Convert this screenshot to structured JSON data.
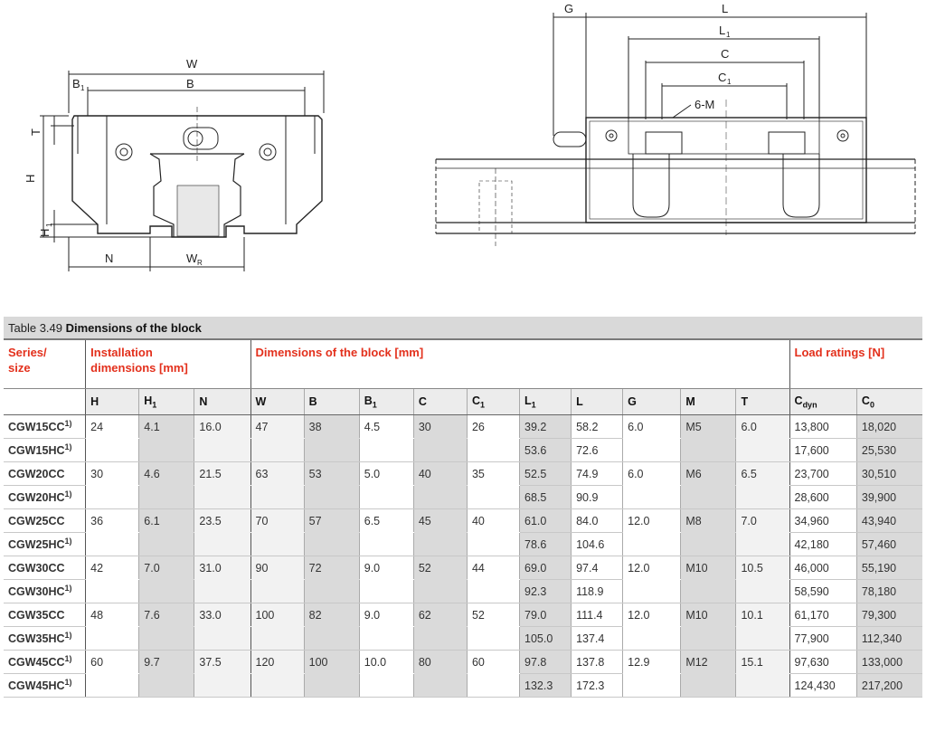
{
  "drawing": {
    "left_labels": {
      "W": "W",
      "B": "B",
      "B1": "B",
      "B1_sub": "1",
      "T": "T",
      "H": "H",
      "H1": "H",
      "H1_sub": "1",
      "N": "N",
      "WR": "W",
      "WR_sub": "R"
    },
    "right_labels": {
      "G": "G",
      "L": "L",
      "L1": "L",
      "L1_sub": "1",
      "C": "C",
      "C1": "C",
      "C1_sub": "1",
      "M": "6-M"
    }
  },
  "table": {
    "caption_prefix": "Table 3.49 ",
    "caption_bold": "Dimensions of the block",
    "groups": {
      "series": "Series/\nsize",
      "installation": "Installation\ndimensions [mm]",
      "block": "Dimensions of the block [mm]",
      "load": "Load ratings [N]"
    },
    "headers": [
      "H",
      "H",
      "N",
      "W",
      "B",
      "B",
      "C",
      "C",
      "L",
      "L",
      "G",
      "M",
      "T",
      "C",
      "C"
    ],
    "header_subs": [
      "",
      "1",
      "",
      "",
      "",
      "1",
      "",
      "1",
      "1",
      "",
      "",
      "",
      "",
      "dyn",
      "0"
    ],
    "rows": [
      {
        "name": "CGW15CC",
        "sup": "1)",
        "H": "24",
        "H1": "4.1",
        "N": "16.0",
        "W": "47",
        "B": "38",
        "B1": "4.5",
        "C": "30",
        "C1": "26",
        "L1": "39.2",
        "L": "58.2",
        "G": "6.0",
        "M": "M5",
        "T": "6.0",
        "Cdyn": "13,800",
        "C0": "18,020"
      },
      {
        "name": "CGW15HC",
        "sup": "1)",
        "L1": "53.6",
        "L": "72.6",
        "Cdyn": "17,600",
        "C0": "25,530"
      },
      {
        "name": "CGW20CC",
        "sup": "",
        "H": "30",
        "H1": "4.6",
        "N": "21.5",
        "W": "63",
        "B": "53",
        "B1": "5.0",
        "C": "40",
        "C1": "35",
        "L1": "52.5",
        "L": "74.9",
        "G": "6.0",
        "M": "M6",
        "T": "6.5",
        "Cdyn": "23,700",
        "C0": "30,510"
      },
      {
        "name": "CGW20HC",
        "sup": "1)",
        "L1": "68.5",
        "L": "90.9",
        "Cdyn": "28,600",
        "C0": "39,900"
      },
      {
        "name": "CGW25CC",
        "sup": "",
        "H": "36",
        "H1": "6.1",
        "N": "23.5",
        "W": "70",
        "B": "57",
        "B1": "6.5",
        "C": "45",
        "C1": "40",
        "L1": "61.0",
        "L": "84.0",
        "G": "12.0",
        "M": "M8",
        "T": "7.0",
        "Cdyn": "34,960",
        "C0": "43,940"
      },
      {
        "name": "CGW25HC",
        "sup": "1)",
        "L1": "78.6",
        "L": "104.6",
        "Cdyn": "42,180",
        "C0": "57,460"
      },
      {
        "name": "CGW30CC",
        "sup": "",
        "H": "42",
        "H1": "7.0",
        "N": "31.0",
        "W": "90",
        "B": "72",
        "B1": "9.0",
        "C": "52",
        "C1": "44",
        "L1": "69.0",
        "L": "97.4",
        "G": "12.0",
        "M": "M10",
        "T": "10.5",
        "Cdyn": "46,000",
        "C0": "55,190"
      },
      {
        "name": "CGW30HC",
        "sup": "1)",
        "L1": "92.3",
        "L": "118.9",
        "Cdyn": "58,590",
        "C0": "78,180"
      },
      {
        "name": "CGW35CC",
        "sup": "",
        "H": "48",
        "H1": "7.6",
        "N": "33.0",
        "W": "100",
        "B": "82",
        "B1": "9.0",
        "C": "62",
        "C1": "52",
        "L1": "79.0",
        "L": "111.4",
        "G": "12.0",
        "M": "M10",
        "T": "10.1",
        "Cdyn": "61,170",
        "C0": "79,300"
      },
      {
        "name": "CGW35HC",
        "sup": "1)",
        "L1": "105.0",
        "L": "137.4",
        "Cdyn": "77,900",
        "C0": "112,340"
      },
      {
        "name": "CGW45CC",
        "sup": "1)",
        "H": "60",
        "H1": "9.7",
        "N": "37.5",
        "W": "120",
        "B": "100",
        "B1": "10.0",
        "C": "80",
        "C1": "60",
        "L1": "97.8",
        "L": "137.8",
        "G": "12.9",
        "M": "M12",
        "T": "15.1",
        "Cdyn": "97,630",
        "C0": "133,000"
      },
      {
        "name": "CGW45HC",
        "sup": "1)",
        "L1": "132.3",
        "L": "172.3",
        "Cdyn": "124,430",
        "C0": "217,200"
      }
    ]
  }
}
